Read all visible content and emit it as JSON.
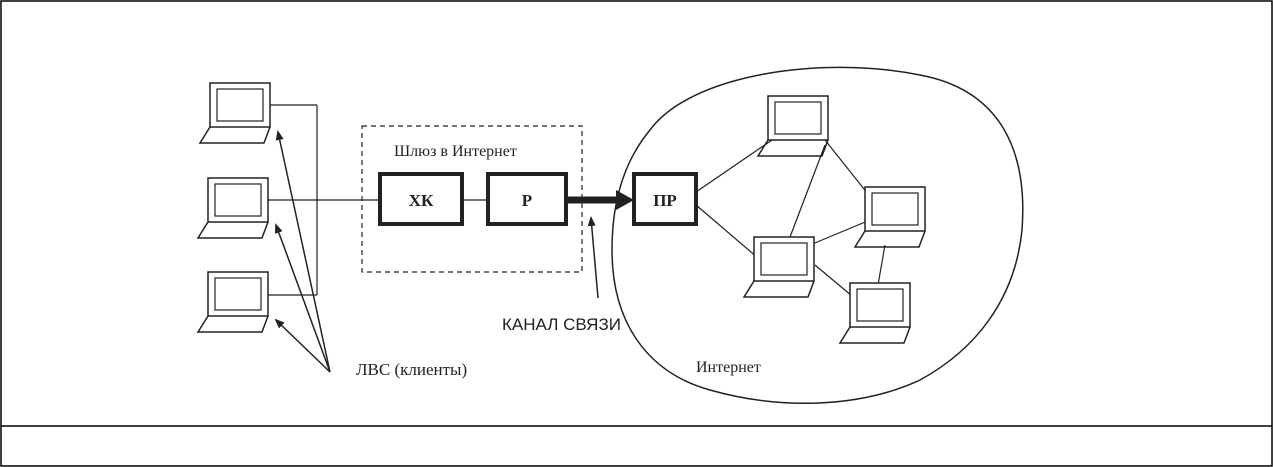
{
  "gateway_label": "Шлюз в Интернет",
  "box_hk": "ХК",
  "box_r": "Р",
  "box_pr": "ПР",
  "channel_label": "КАНАЛ СВЯЗИ",
  "lan_label": "ЛВС (клиенты)",
  "internet_label": "Интернет",
  "colors": {
    "stroke": "#222222",
    "background": "#ffffff"
  },
  "icons": [
    "computer-icon"
  ]
}
